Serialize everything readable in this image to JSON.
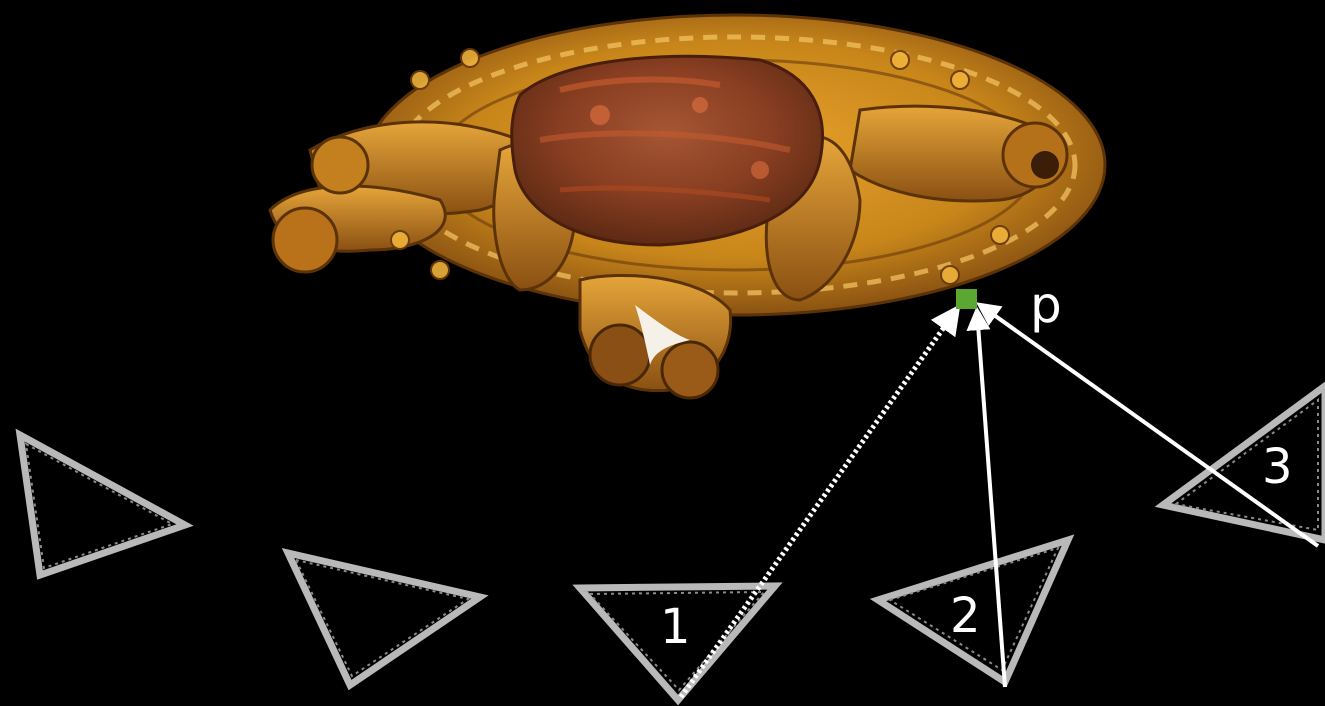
{
  "diagram": {
    "background_color": "#000000",
    "object": {
      "description_icon": "golden-statue-object",
      "base_color": "#c8861a",
      "highlight_color": "#f0b33a",
      "shadow_color": "#7a4510",
      "top_color": "#9a4a2a",
      "top_highlight": "#c35a2e"
    },
    "point": {
      "label": "p",
      "color": "#5aa832"
    },
    "cameras": [
      {
        "id": "cam-a",
        "label": ""
      },
      {
        "id": "cam-b",
        "label": ""
      },
      {
        "id": "cam-1",
        "label": "1"
      },
      {
        "id": "cam-2",
        "label": "2"
      },
      {
        "id": "cam-3",
        "label": "3"
      }
    ],
    "rays": [
      {
        "from": "1",
        "to": "p",
        "style": "dotted"
      },
      {
        "from": "2",
        "to": "p",
        "style": "solid"
      },
      {
        "from": "3",
        "to": "p",
        "style": "solid"
      }
    ],
    "ray_color": "#ffffff",
    "camera_color": "#b9b9b9"
  }
}
